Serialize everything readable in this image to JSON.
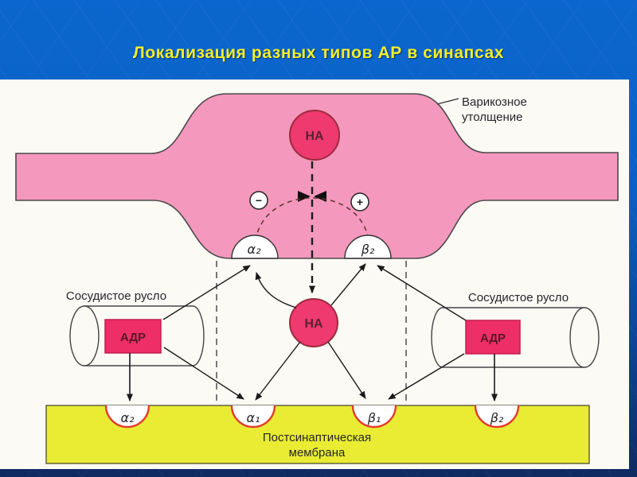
{
  "title": "Локализация разных типов АР в синапсах",
  "diagram": {
    "varicosity_label_line1": "Варикозное",
    "varicosity_label_line2": "утолщение",
    "na_vesicle": "НА",
    "na_cleft": "НА",
    "minus_sign": "−",
    "plus_sign": "+",
    "alpha2_pre": "α₂",
    "beta2_pre": "β₂",
    "vessel_left_label": "Сосудистое русло",
    "vessel_right_label": "Сосудистое русло",
    "adr_left": "АДР",
    "adr_right": "АДР",
    "alpha2_post": "α₂",
    "alpha1_post": "α₁",
    "beta1_post": "β₁",
    "beta2_post": "β₂",
    "postsynaptic_label_line1": "Постсинаптическая",
    "postsynaptic_label_line2": "мембрана",
    "colors": {
      "slide_blue_top": "#0b67cd",
      "slide_blue_bottom": "#0e2a60",
      "title_yellow": "#f2ee2b",
      "axon_pink": "#f598bd",
      "vesicle_crimson": "#ee3a6f",
      "adr_box_pink": "#ee2e66",
      "membrane_yellow": "#e9ec33",
      "receptor_arc_red": "#e23b2e"
    }
  }
}
